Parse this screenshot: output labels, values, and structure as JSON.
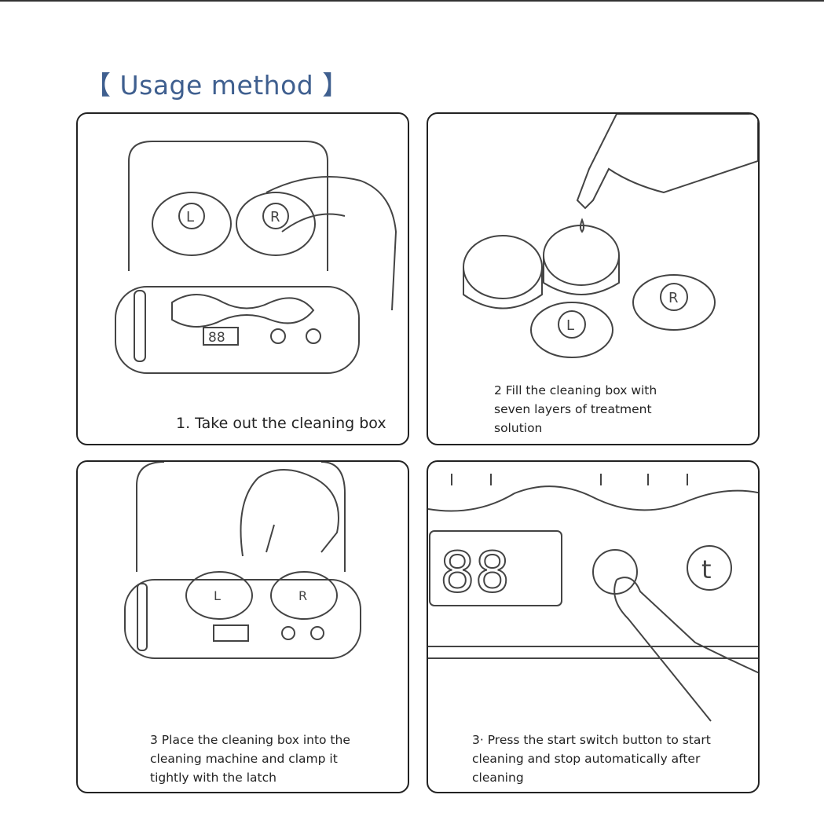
{
  "title": "【 Usage method 】",
  "steps": [
    {
      "caption": "1. Take out the cleaning box"
    },
    {
      "caption_lines": [
        "2 Fill the cleaning box with",
        "seven layers of treatment",
        "solution"
      ]
    },
    {
      "caption_lines": [
        "3 Place the cleaning box into the",
        "cleaning machine and clamp it",
        "tightly with the latch"
      ]
    },
    {
      "caption_lines": [
        "3· Press the start switch button to start",
        "cleaning and stop automatically after",
        "cleaning"
      ]
    }
  ],
  "illustration_labels": {
    "left": "L",
    "right": "R",
    "display": "88",
    "timer": "t"
  },
  "colors": {
    "title": "#3f5f8f",
    "border": "#222222"
  }
}
